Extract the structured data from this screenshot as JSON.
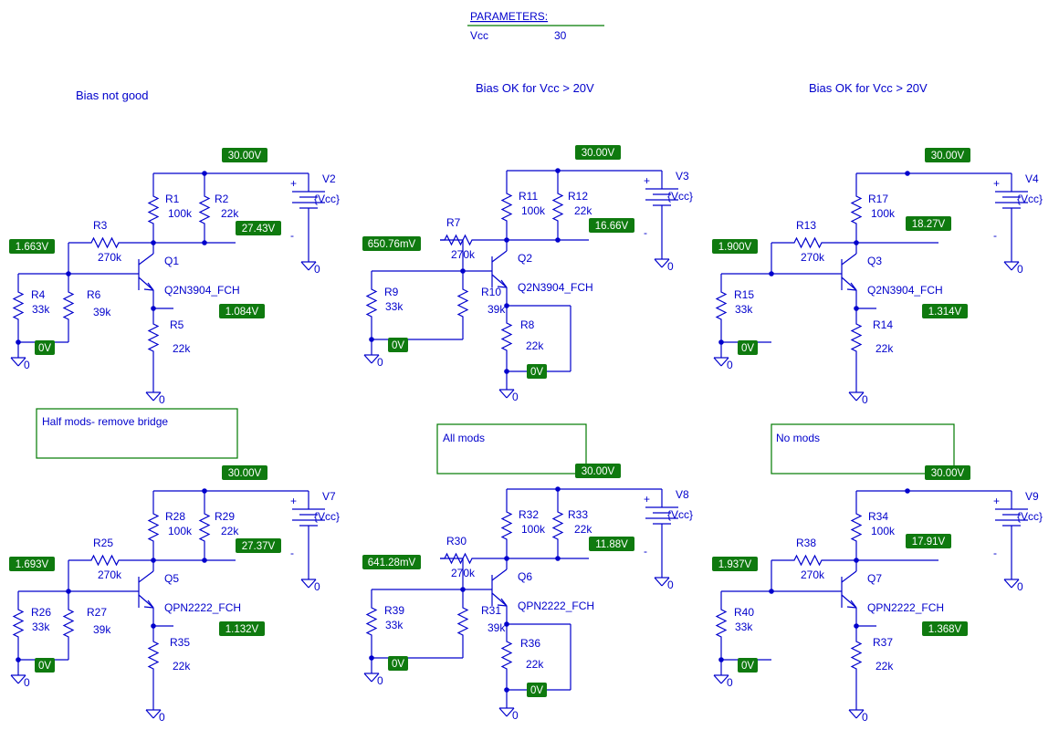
{
  "parameters": {
    "title": "PARAMETERS:",
    "name": "Vcc",
    "value": "30"
  },
  "notes": {
    "left": "Bias not good",
    "middle": "Bias OK for Vcc > 20V",
    "right": "Bias OK for Vcc > 20V",
    "box_left": "Half mods- remove bridge",
    "box_middle": "All mods",
    "box_right": "No mods"
  },
  "ground_label": "0",
  "circuits": [
    {
      "source": "V2",
      "source_value": "{Vcc}",
      "supply": "30.00V",
      "transistor": "Q1",
      "model": "Q2N3904_FCH",
      "rc": {
        "name": "R1",
        "value": "100k"
      },
      "rl": {
        "name": "R2",
        "value": "22k"
      },
      "rb": {
        "name": "R3",
        "value": "270k"
      },
      "rbot": {
        "name": "R4",
        "value": "33k"
      },
      "rb2": {
        "name": "R6",
        "value": "39k"
      },
      "re": {
        "name": "R5",
        "value": "22k"
      },
      "v_base": "1.663V",
      "v_collector": "27.43V",
      "v_emitter": "1.084V",
      "v_bottom": "0V",
      "v_emitter_bottom": ""
    },
    {
      "source": "V3",
      "source_value": "{Vcc}",
      "supply": "30.00V",
      "transistor": "Q2",
      "model": "Q2N3904_FCH",
      "rc": {
        "name": "R11",
        "value": "100k"
      },
      "rl": {
        "name": "R12",
        "value": "22k"
      },
      "rb": {
        "name": "R7",
        "value": "270k"
      },
      "rbot": {
        "name": "R9",
        "value": "33k"
      },
      "rb2": {
        "name": "R10",
        "value": "39k"
      },
      "re": {
        "name": "R8",
        "value": "22k"
      },
      "v_base": "650.76mV",
      "v_collector": "16.66V",
      "v_emitter": "",
      "v_bottom": "0V",
      "v_emitter_bottom": "0V"
    },
    {
      "source": "V4",
      "source_value": "{Vcc}",
      "supply": "30.00V",
      "transistor": "Q3",
      "model": "Q2N3904_FCH",
      "rc": {
        "name": "R17",
        "value": "100k"
      },
      "rl": {
        "name": "",
        "value": ""
      },
      "rb": {
        "name": "R13",
        "value": "270k"
      },
      "rbot": {
        "name": "R15",
        "value": "33k"
      },
      "rb2": {
        "name": "",
        "value": ""
      },
      "re": {
        "name": "R14",
        "value": "22k"
      },
      "v_base": "1.900V",
      "v_collector": "18.27V",
      "v_emitter": "1.314V",
      "v_bottom": "0V",
      "v_emitter_bottom": ""
    },
    {
      "source": "V7",
      "source_value": "{Vcc}",
      "supply": "30.00V",
      "transistor": "Q5",
      "model": "QPN2222_FCH",
      "rc": {
        "name": "R28",
        "value": "100k"
      },
      "rl": {
        "name": "R29",
        "value": "22k"
      },
      "rb": {
        "name": "R25",
        "value": "270k"
      },
      "rbot": {
        "name": "R26",
        "value": "33k"
      },
      "rb2": {
        "name": "R27",
        "value": "39k"
      },
      "re": {
        "name": "R35",
        "value": "22k"
      },
      "v_base": "1.693V",
      "v_collector": "27.37V",
      "v_emitter": "1.132V",
      "v_bottom": "0V",
      "v_emitter_bottom": ""
    },
    {
      "source": "V8",
      "source_value": "{Vcc}",
      "supply": "30.00V",
      "transistor": "Q6",
      "model": "QPN2222_FCH",
      "rc": {
        "name": "R32",
        "value": "100k"
      },
      "rl": {
        "name": "R33",
        "value": "22k"
      },
      "rb": {
        "name": "R30",
        "value": "270k"
      },
      "rbot": {
        "name": "R39",
        "value": "33k"
      },
      "rb2": {
        "name": "R31",
        "value": "39k"
      },
      "re": {
        "name": "R36",
        "value": "22k"
      },
      "v_base": "641.28mV",
      "v_collector": "11.88V",
      "v_emitter": "",
      "v_bottom": "0V",
      "v_emitter_bottom": "0V"
    },
    {
      "source": "V9",
      "source_value": "{Vcc}",
      "supply": "30.00V",
      "transistor": "Q7",
      "model": "QPN2222_FCH",
      "rc": {
        "name": "R34",
        "value": "100k"
      },
      "rl": {
        "name": "",
        "value": ""
      },
      "rb": {
        "name": "R38",
        "value": "270k"
      },
      "rbot": {
        "name": "R40",
        "value": "33k"
      },
      "rb2": {
        "name": "",
        "value": ""
      },
      "re": {
        "name": "R37",
        "value": "22k"
      },
      "v_base": "1.937V",
      "v_collector": "17.91V",
      "v_emitter": "1.368V",
      "v_bottom": "0V",
      "v_emitter_bottom": ""
    }
  ]
}
